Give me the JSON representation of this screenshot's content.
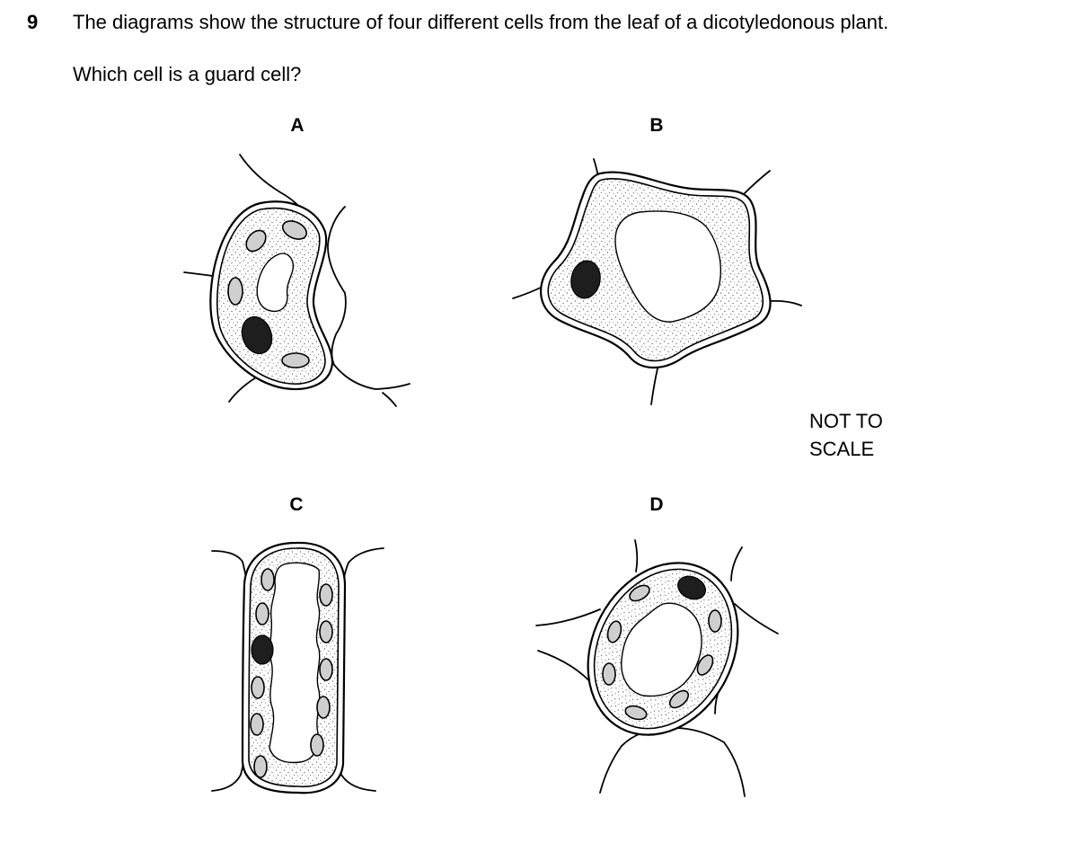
{
  "question": {
    "number": "9",
    "text": "The diagrams show the structure of four different cells from the leaf of a dicotyledonous plant.",
    "prompt": "Which cell is a guard cell?"
  },
  "options": [
    {
      "letter": "A"
    },
    {
      "letter": "B"
    },
    {
      "letter": "C"
    },
    {
      "letter": "D"
    }
  ],
  "scale_note": {
    "line1": "NOT TO",
    "line2": "SCALE"
  }
}
